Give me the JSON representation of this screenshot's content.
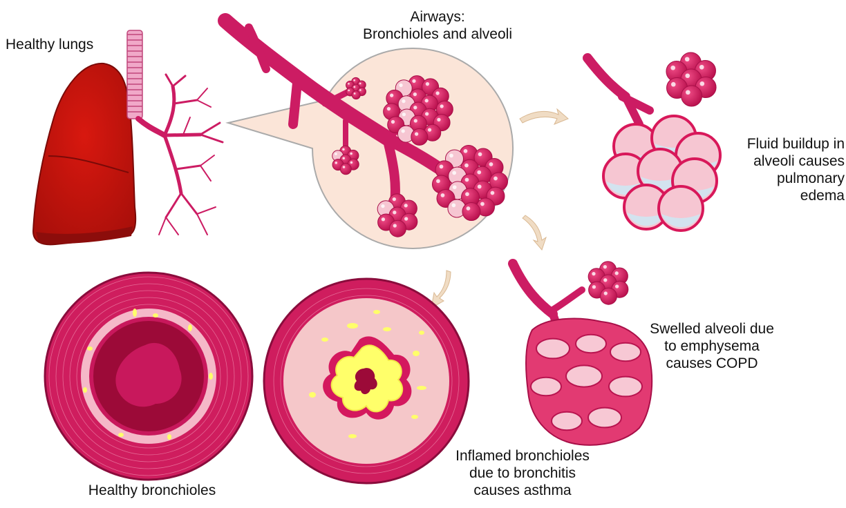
{
  "labels": {
    "healthy_lungs": "Healthy lungs",
    "airways": [
      "Airways:",
      "Bronchioles and alveoli"
    ],
    "fluid": [
      "Fluid buildup in",
      "alveoli causes",
      "pulmonary",
      "edema"
    ],
    "swelled": [
      "Swelled alveoli due",
      "to emphysema",
      "causes COPD"
    ],
    "healthy_bronchioles": "Healthy bronchioles",
    "inflamed": [
      "Inflamed bronchioles",
      "due to bronchitis",
      "causes asthma"
    ]
  },
  "colors": {
    "lung": "#c8140f",
    "lung_dark": "#8c0d0b",
    "trachea": "#f0a8c8",
    "airway": "#cc1c63",
    "alveoli": "#d8185a",
    "alveoli_light": "#f6c6d2",
    "callout": "#fbe5d8",
    "fluid": "#cfe6f2",
    "bronchiole_outer": "#cf1d5e",
    "bronchiole_pink": "#f5b8c8",
    "lumen_dark": "#9c0a38",
    "lumen_center": "#c8185c",
    "mucus": "#ffff6a",
    "arrow": "#f0dcc4"
  }
}
